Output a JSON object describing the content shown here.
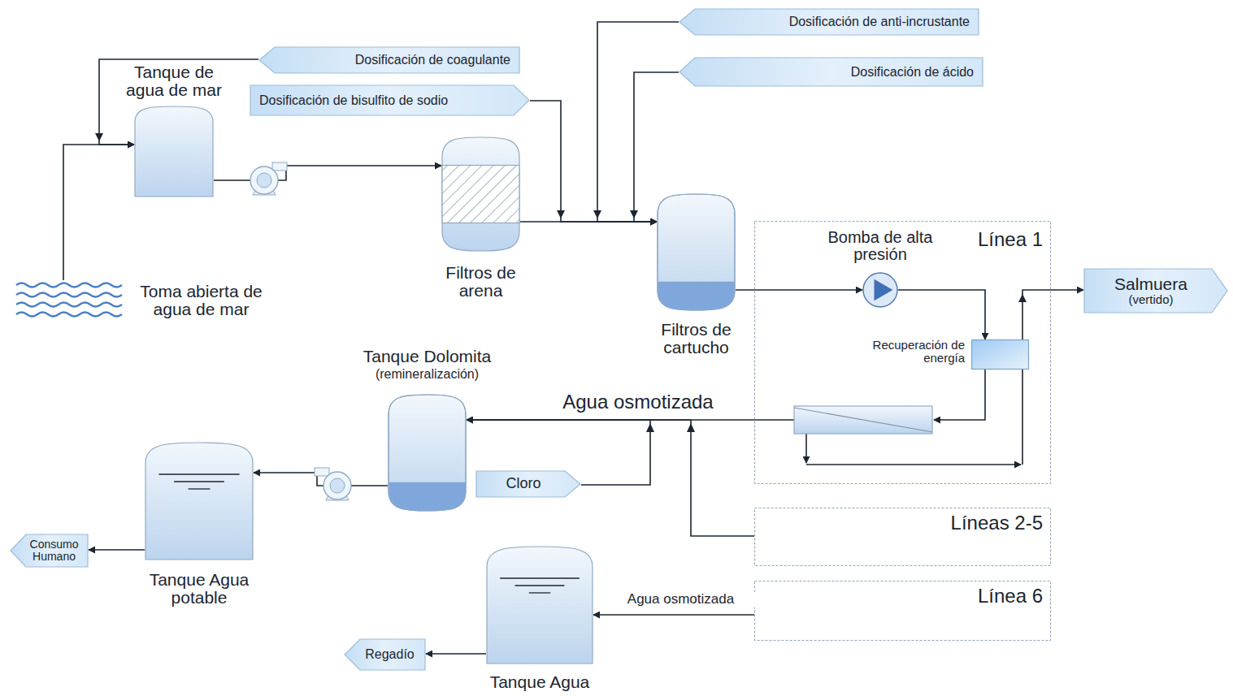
{
  "diagram": {
    "nodes": [
      {
        "text": [
          "Tanque de agua de mar"
        ]
      },
      {
        "text": [
          "Dosificación de coagulante"
        ]
      },
      {
        "text": [
          "Dosificación de bisulfito de sodio"
        ]
      },
      {
        "text": [
          "Dosificación de anti-incrustante"
        ]
      },
      {
        "text": [
          "Dosificación de ácido"
        ]
      },
      {
        "text": [
          "Filtros de arena"
        ]
      },
      {
        "text": [
          "Toma abierta de agua de mar"
        ]
      },
      {
        "text": [
          "Filtros de cartucho"
        ]
      },
      {
        "text": [
          "Línea 1"
        ]
      },
      {
        "text": [
          "Bomba de alta presión"
        ],
        "in": 8
      },
      {
        "text": [
          "Recuperación de energía"
        ],
        "in": 8
      },
      {
        "text": [
          "Salmuera",
          "(vertido)"
        ]
      },
      {
        "text": [
          "Tanque Dolomita",
          "(remineralización)"
        ]
      },
      {
        "text": [
          "Cloro"
        ]
      },
      {
        "text": [
          "Líneas 2-5"
        ]
      },
      {
        "text": [
          "Tanque Agua potable"
        ]
      },
      {
        "text": [
          "Consumo Humano"
        ]
      },
      {
        "text": [
          "Línea 6"
        ]
      },
      {
        "text": [
          "Tanque Agua"
        ]
      },
      {
        "text": [
          "Regadío"
        ]
      }
    ],
    "edges": [
      {
        "from": 6,
        "to": 0,
        "arrow": "to"
      },
      {
        "from": 1,
        "to": 0,
        "arrow": "to"
      },
      {
        "from": 0,
        "to": 5,
        "arrow": "to"
      },
      {
        "from": 5,
        "to": 7,
        "arrow": "to"
      },
      {
        "from": 2,
        "to": 7,
        "arrow": "to"
      },
      {
        "from": 3,
        "to": 7,
        "arrow": "to"
      },
      {
        "from": 4,
        "to": 7,
        "arrow": "to"
      },
      {
        "from": 7,
        "to": 9,
        "arrow": "to"
      },
      {
        "from": 9,
        "to": 10,
        "arrow": "to"
      },
      {
        "from": 10,
        "to": 11,
        "arrow": "to"
      },
      {
        "from": 8,
        "to": 12,
        "label": "Agua osmotizada",
        "arrow": "none"
      },
      {
        "from": 13,
        "to": 12,
        "arrow": "to"
      },
      {
        "from": 14,
        "to": 12,
        "arrow": "to"
      },
      {
        "from": 12,
        "to": 15,
        "arrow": "to"
      },
      {
        "from": 15,
        "to": 16,
        "arrow": "to"
      },
      {
        "from": 17,
        "to": 18,
        "label": "Agua osmotizada",
        "arrow": "to"
      },
      {
        "from": 18,
        "to": 19,
        "arrow": "to"
      }
    ]
  }
}
